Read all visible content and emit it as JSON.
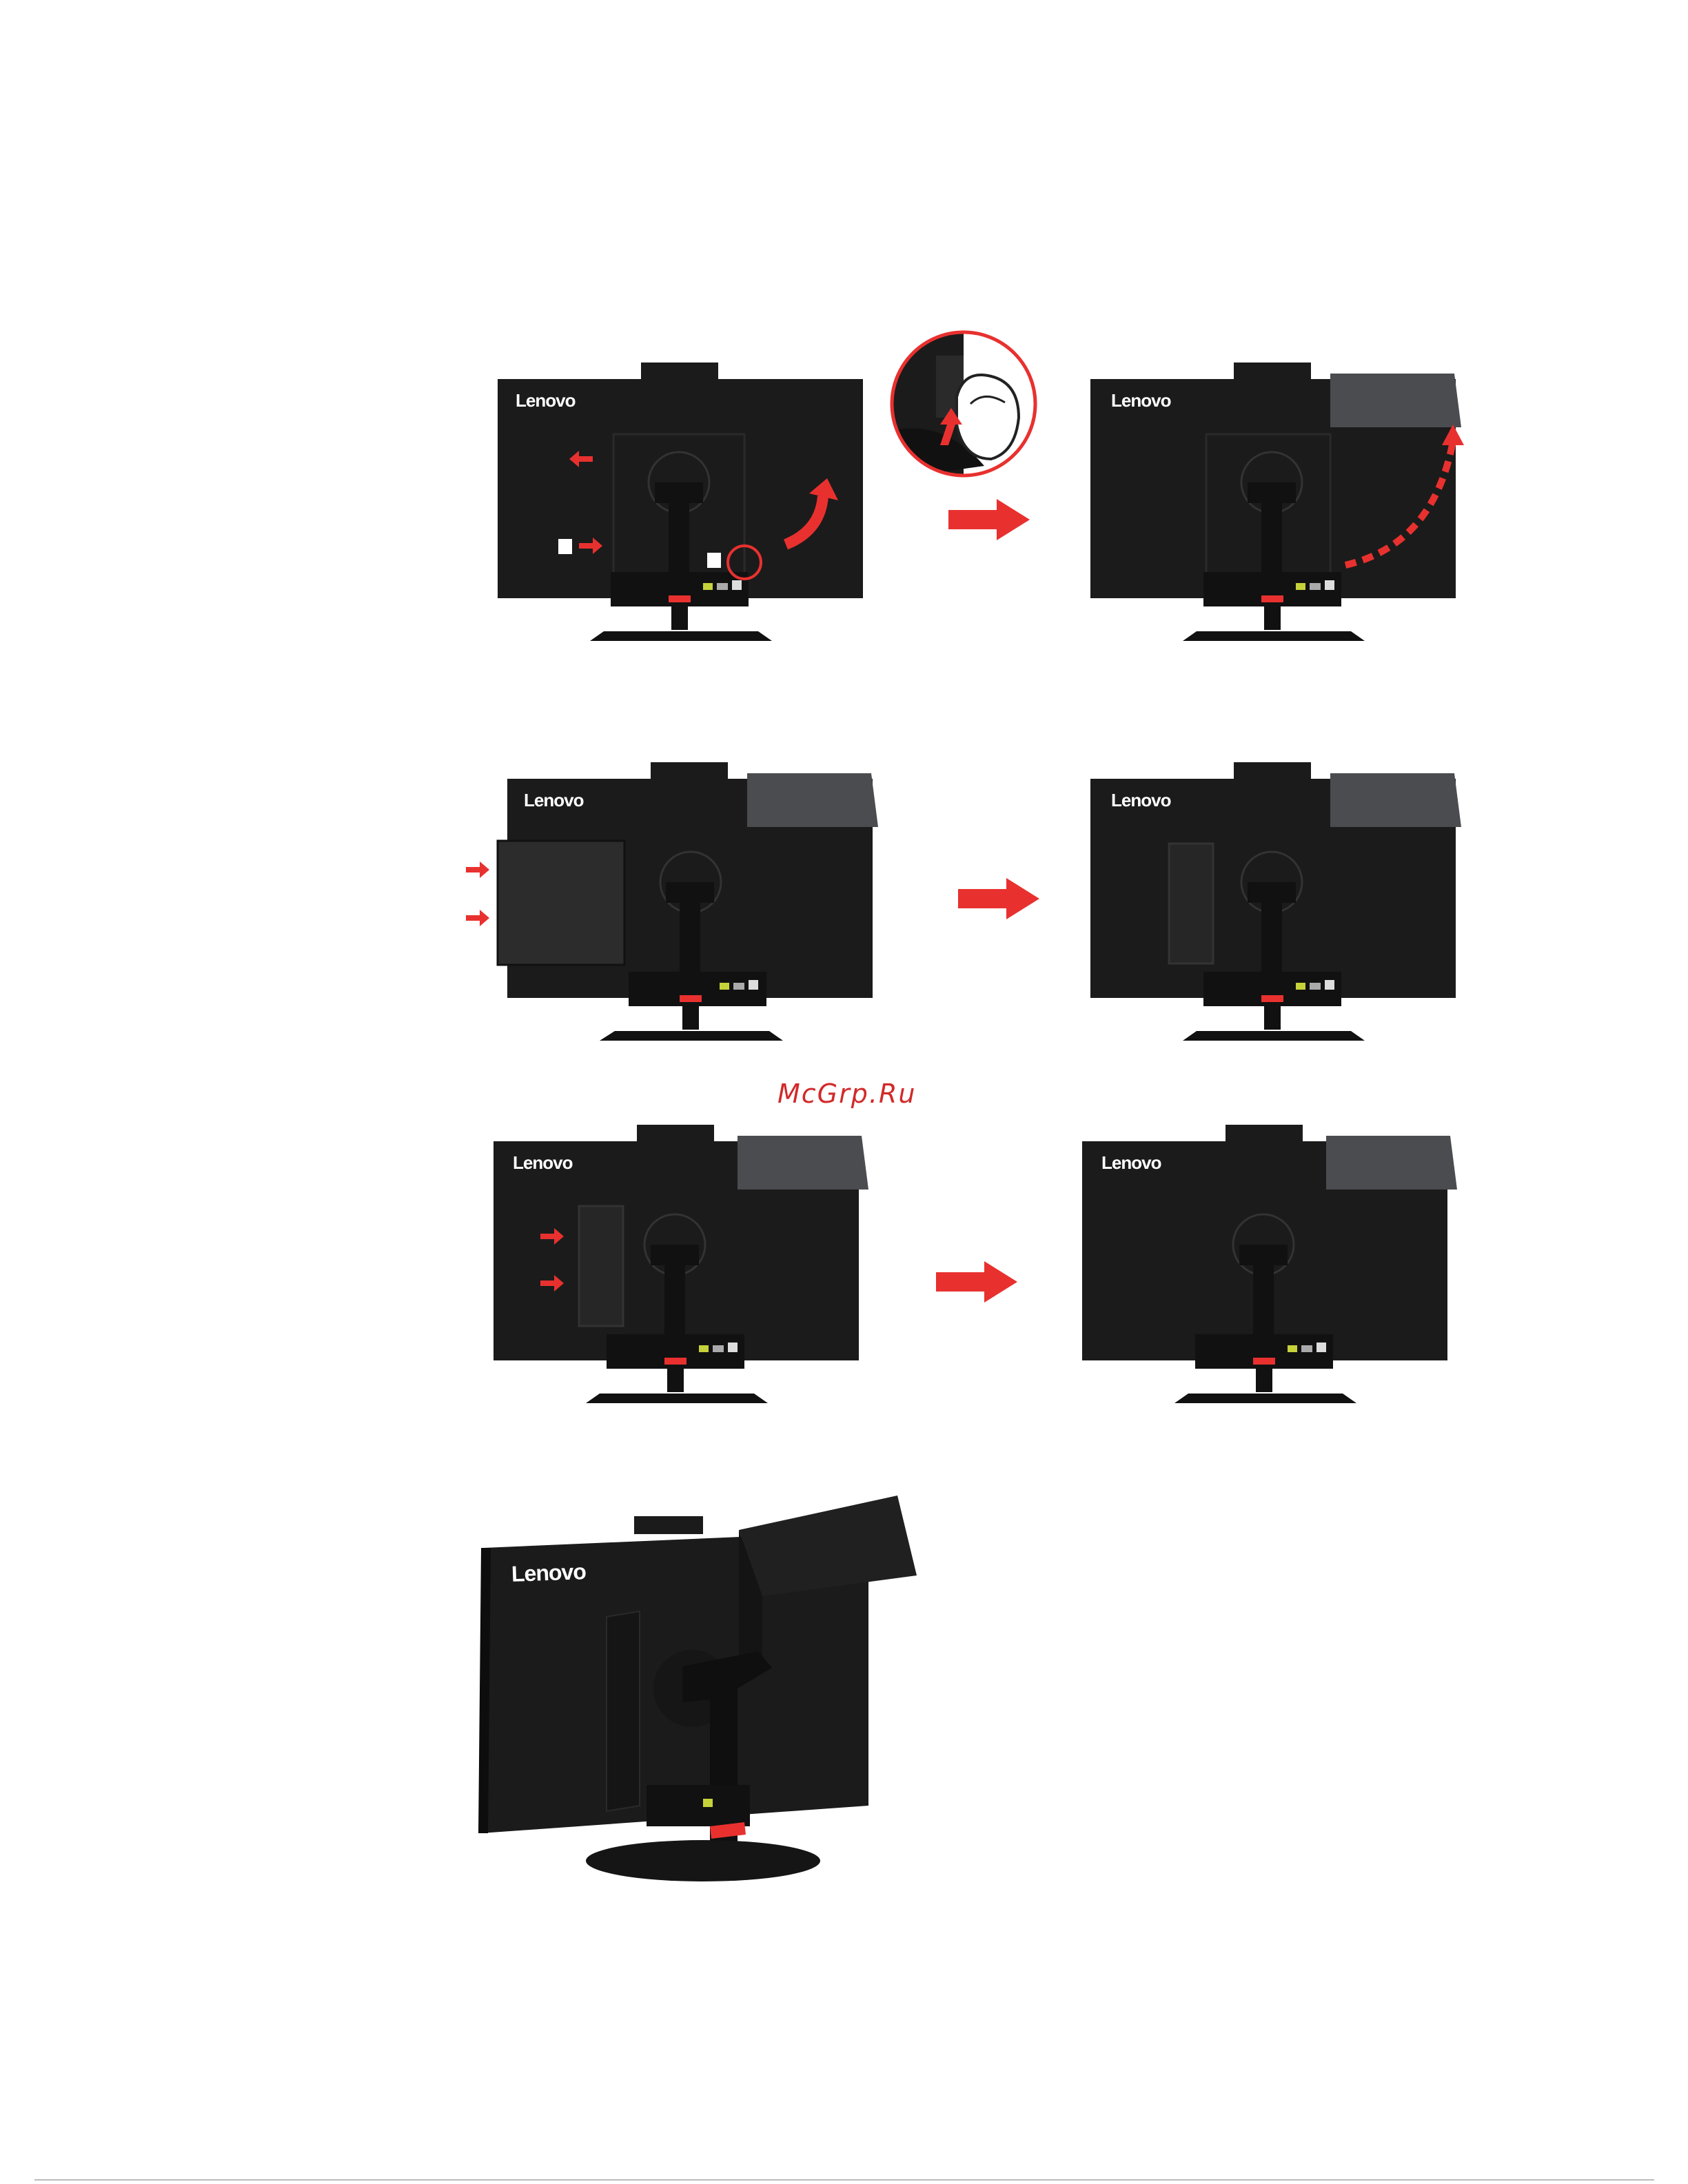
{
  "brand_label": "Lenovo",
  "watermark": "McGrp.Ru",
  "colors": {
    "monitor_body": "#1b1b1b",
    "cover_gray": "#4a4c4f",
    "accent_red": "#e8312f",
    "stand_red": "#e8312f"
  },
  "figures": {
    "fig1": {
      "brand": "Lenovo"
    },
    "fig2": {
      "brand": "Lenovo"
    },
    "fig3": {
      "brand": "Lenovo"
    },
    "fig4": {
      "brand": "Lenovo"
    },
    "fig5": {
      "brand": "Lenovo"
    },
    "fig6": {
      "brand": "Lenovo"
    },
    "fig7": {
      "brand": "Lenovo"
    }
  },
  "icons": [
    "step-arrow-icon",
    "lift-arrow-icon",
    "push-arrow-icon",
    "finger-press-icon"
  ]
}
